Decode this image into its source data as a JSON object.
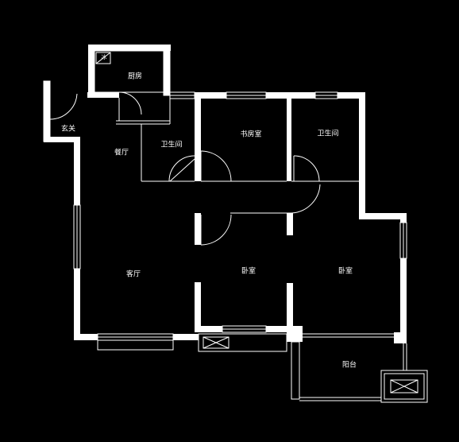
{
  "plan": {
    "background": "#000000",
    "line_color": "#ffffff",
    "rooms": {
      "kitchen": "厨房",
      "entrance": "玄关",
      "dining": "餐厅",
      "bath1": "卫生间",
      "study": "书房室",
      "bath2": "卫生间",
      "living": "客厅",
      "bedroom1": "卧室",
      "bedroom2": "卧室",
      "balcony": "阳台"
    },
    "appliance_label": "冰"
  }
}
